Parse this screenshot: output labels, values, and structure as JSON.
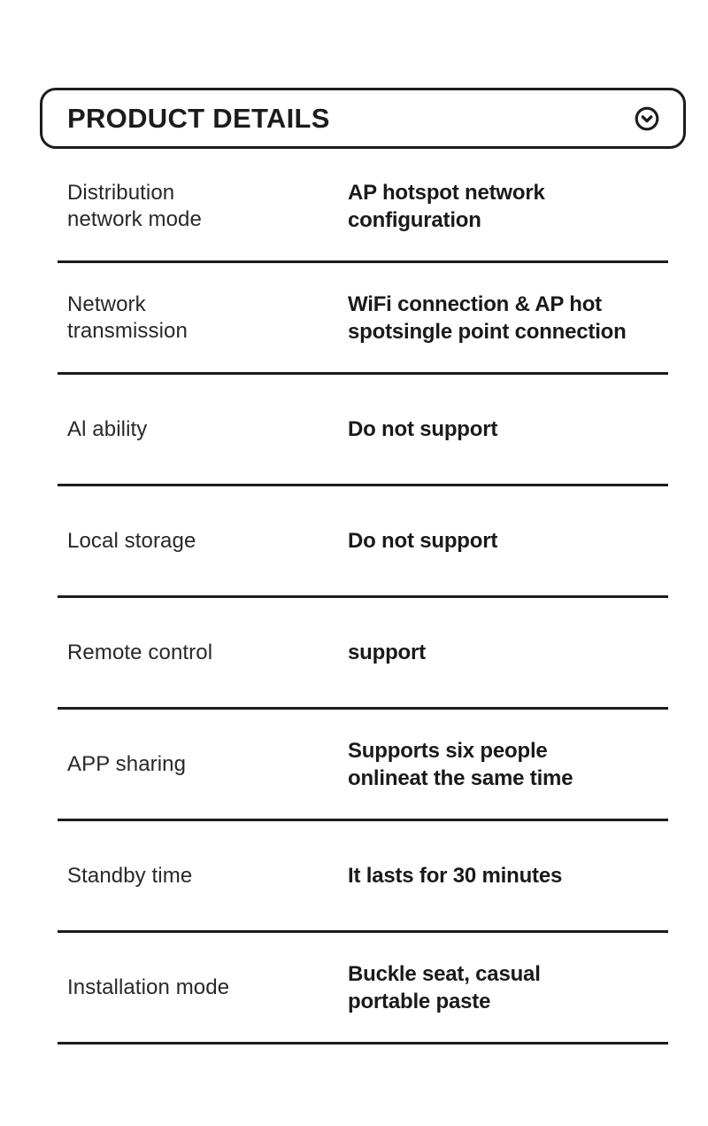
{
  "header": {
    "title": "PRODUCT DETAILS",
    "icon": "chevron-down-circle-icon"
  },
  "colors": {
    "text": "#1d1d1f",
    "border": "#1c1c1e",
    "background": "#ffffff"
  },
  "spec_table": {
    "rows": [
      {
        "label": "Distribution\nnetwork mode",
        "value": "AP hotspot network\nconfiguration"
      },
      {
        "label": "Network\ntransmission",
        "value": "WiFi connection & AP hot\nspotsingle point connection"
      },
      {
        "label": "Al ability",
        "value": "Do not support"
      },
      {
        "label": "Local storage",
        "value": "Do not support"
      },
      {
        "label": "Remote control",
        "value": "support"
      },
      {
        "label": "APP sharing",
        "value": "Supports six people\nonlineat the same time"
      },
      {
        "label": "Standby time",
        "value": "It lasts for 30 minutes"
      },
      {
        "label": "Installation mode",
        "value": "Buckle seat, casual\nportable paste"
      }
    ]
  }
}
